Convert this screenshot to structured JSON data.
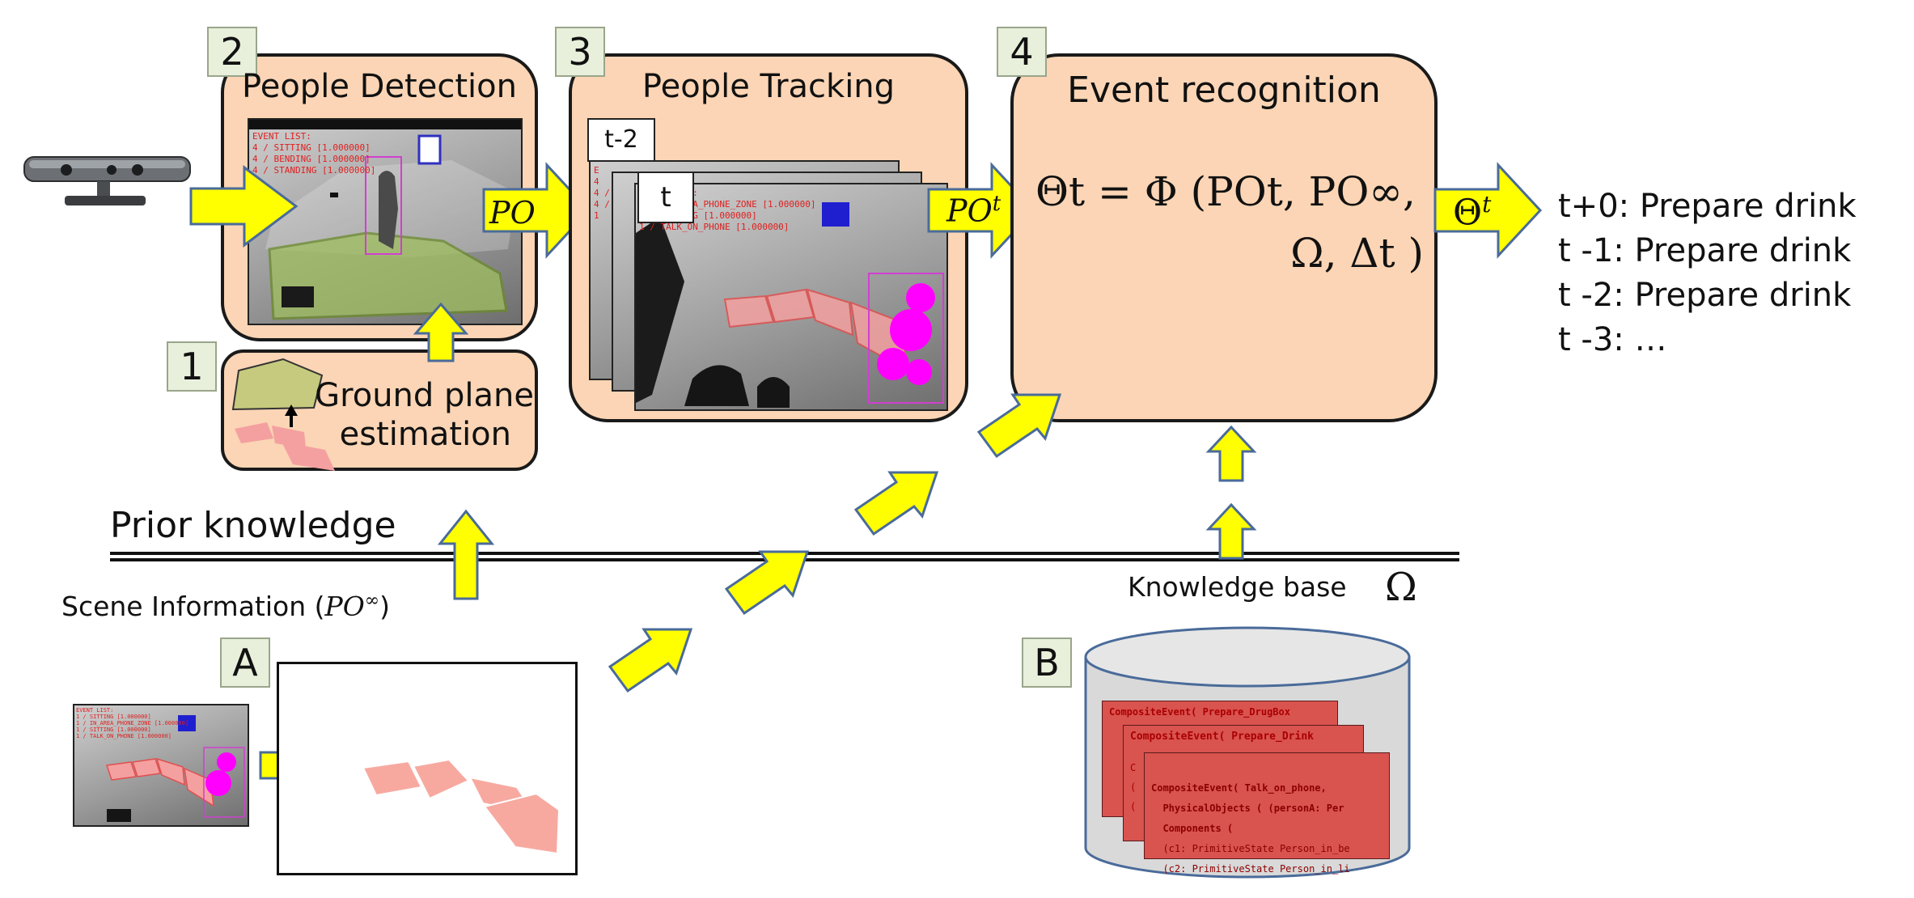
{
  "colors": {
    "box_fill": "#fbd5b5",
    "step_fill": "#e8f0dc",
    "arrow_yellow": "#ffff00",
    "arrow_border": "#4a6b9a",
    "db_fill": "#d9d9d9",
    "card_red": "#d9534f",
    "ground_green": "#b9c98a",
    "zone_pink": "#f4a0a0",
    "person_magenta": "#ff00ff",
    "object_blue": "#1f1fd0"
  },
  "steps": {
    "s1": "1",
    "s2": "2",
    "s3": "3",
    "s4": "4",
    "sA": "A",
    "sB": "B"
  },
  "detection": {
    "title": "People Detection",
    "arrow_label": "PO",
    "event_list": "EVENT LIST:\n4 / SITTING [1.000000]\n4 / BENDING [1.000000]\n4 / STANDING [1.000000]"
  },
  "ground": {
    "title_line1": "Ground plane",
    "title_line2": "estimation"
  },
  "tracking": {
    "title": "People Tracking",
    "frame_back_label": "t-2",
    "frame_front_label": "t",
    "arrow_label": "PO",
    "arrow_sup": "t",
    "frame_text": "EVENT LIST:\n1 / IN_AREA_PHONE_ZONE [1.000000]\n1 / SITTING [1.000000]\n1 / TALK_ON_PHONE [1.000000]",
    "back_frame_text": "E\n4\n4 /\n4 /\n1"
  },
  "event": {
    "title": "Event recognition",
    "formula_line1": "Θt = Φ (POt, PO∞,",
    "formula_line2": "Ω, Δt )",
    "output_label": "Θ",
    "output_sup": "t"
  },
  "output_list": [
    "t+0: Prepare drink",
    "t -1: Prepare drink",
    "t -2: Prepare drink",
    "t -3: …"
  ],
  "prior": {
    "label": "Prior knowledge"
  },
  "scene": {
    "label": "Scene Information (",
    "label_end": ")",
    "po": "PO",
    "po_sup": "∞",
    "thumb_text": "EVENT LIST:\n1 / SITTING [1.000000]\n1 / IN_AREA_PHONE_ZONE [1.000000]\n1 / SITTING [1.000000]\n1 / TALK_ON_PHONE [1.000000]"
  },
  "kb": {
    "label": "Knowledge base",
    "omega": "Ω",
    "card1": "CompositeEvent( Prepare_DrugBox",
    "card2": "CompositeEvent( Prepare_Drink",
    "card2_side": "C\n(\n(",
    "card3_lines": [
      "CompositeEvent( Talk_on_phone,",
      "  PhysicalObjects ( (personA: Per",
      "  Components (",
      "  (c1: PrimitiveState Person_in_be",
      "  (c2: PrimitiveState Person_in_li"
    ]
  }
}
